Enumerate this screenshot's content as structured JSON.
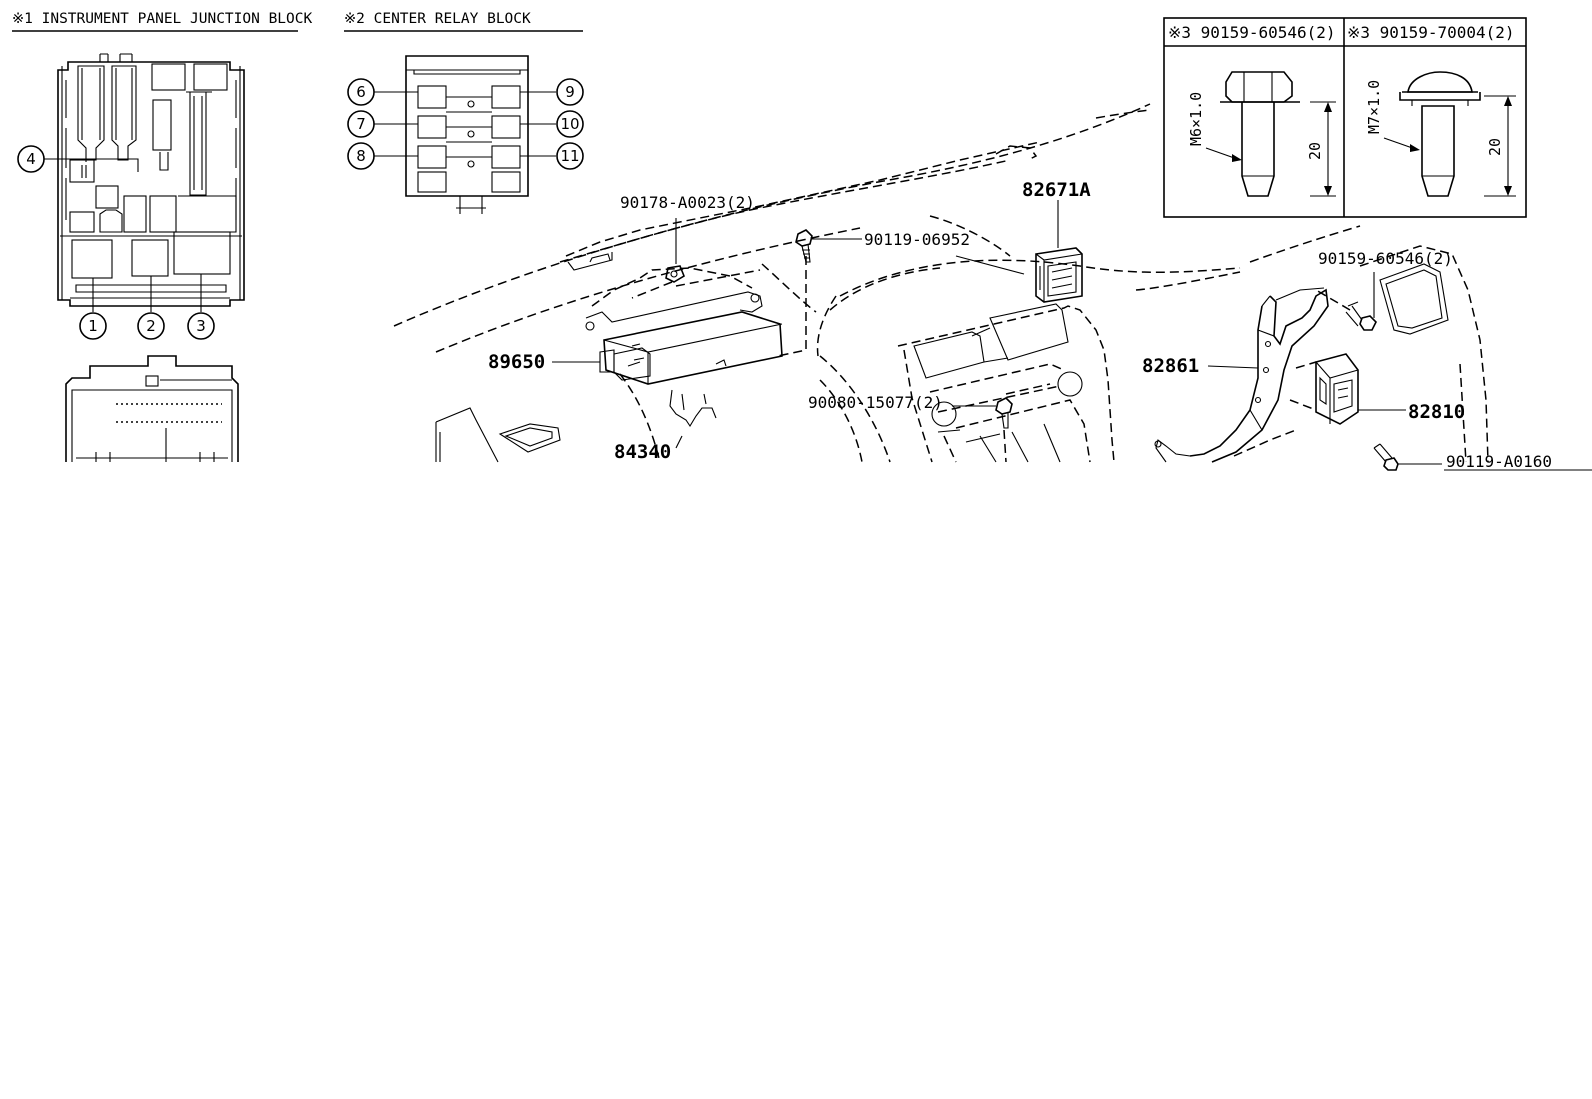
{
  "titles": {
    "junction_block": "※1 INSTRUMENT PANEL JUNCTION BLOCK",
    "relay_block": "※2 CENTER RELAY BLOCK"
  },
  "callouts": [
    "1",
    "2",
    "3",
    "4",
    "6",
    "7",
    "8",
    "9",
    "10",
    "11"
  ],
  "parts": {
    "p90178": "90178-A0023(2)",
    "p90119_06952": "90119-06952",
    "p82671A": "82671A",
    "p89650": "89650",
    "p84340": "84340",
    "p90080": "90080-15077(2)",
    "p90159_right": "90159-60546(2)",
    "p82861": "82861",
    "p82810": "82810",
    "p90119_A0160": "90119-A0160"
  },
  "detail": {
    "left_header": "※3 90159-60546(2)",
    "right_header": "※3 90159-70004(2)",
    "left_thread": "M6×1.0",
    "right_thread": "M7×1.0",
    "left_length": "20",
    "right_length": "20"
  }
}
